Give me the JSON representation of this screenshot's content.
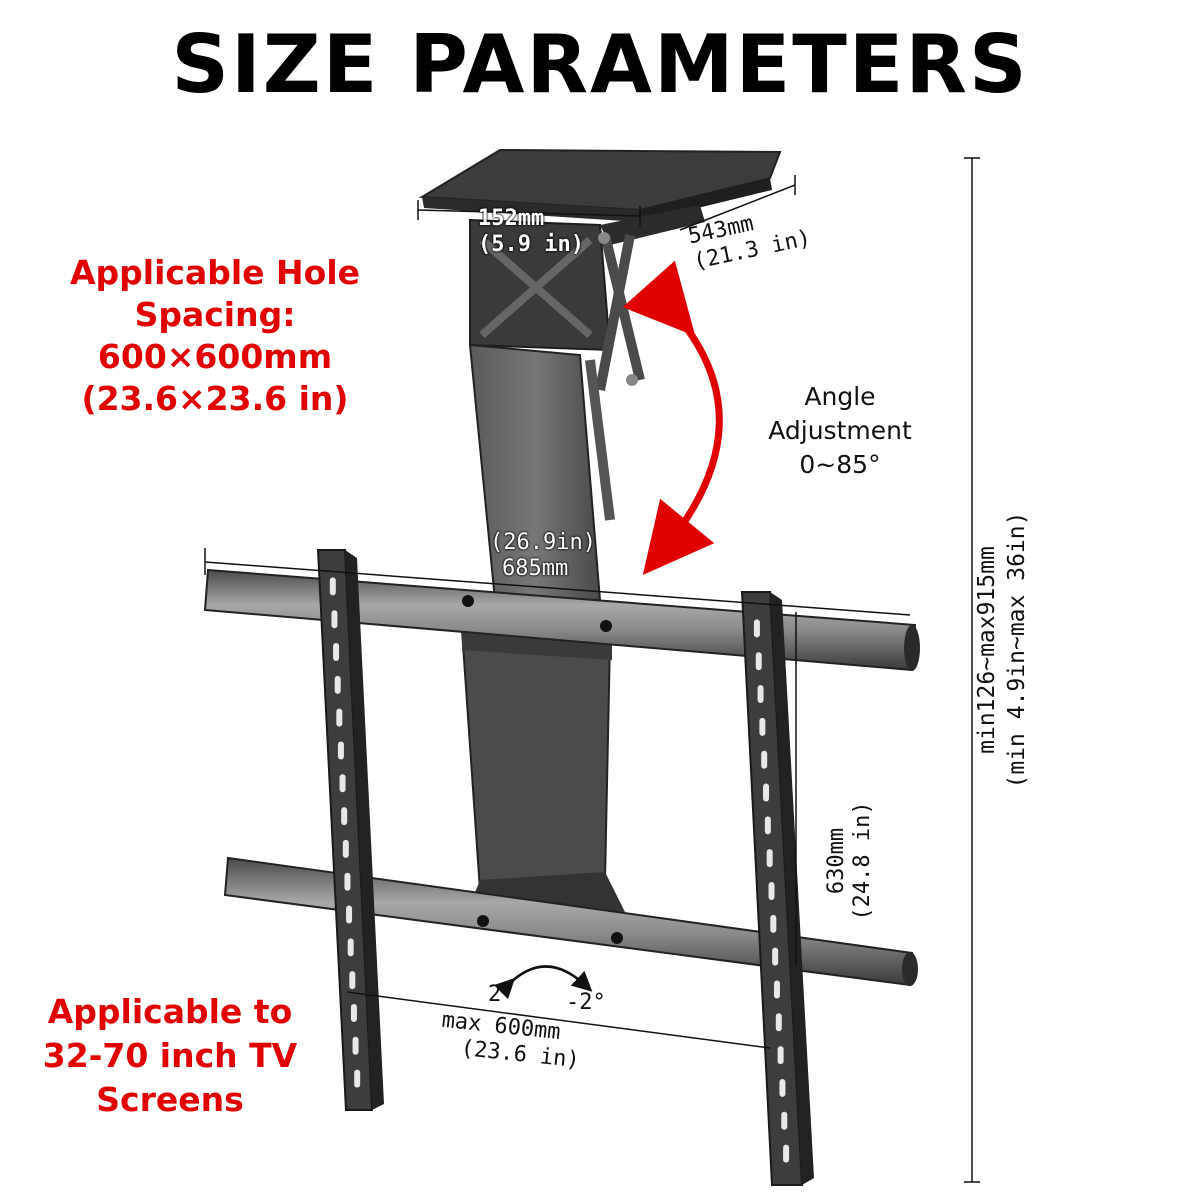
{
  "title": "SIZE PARAMETERS",
  "hole_spacing": {
    "line1": "Applicable Hole",
    "line2": "Spacing:",
    "line3": "600×600mm",
    "line4": "(23.6×23.6 in)"
  },
  "screen_size": {
    "line1": "Applicable to",
    "line2": "32-70 inch TV",
    "line3": "Screens"
  },
  "angle": {
    "line1": "Angle",
    "line2": "Adjustment",
    "line3": "0~85°"
  },
  "dims": {
    "top_plate_mm": "152mm",
    "top_plate_in": "(5.9 in)",
    "depth_mm": "543mm",
    "depth_in": "(21.3 in)",
    "arm_in": "(26.9in)",
    "arm_mm": "685mm",
    "vesa_height_mm": "630mm",
    "vesa_height_in": "(24.8 in)",
    "vesa_width_mm": "max 600mm",
    "vesa_width_in": "(23.6 in)",
    "tilt_left": "2°",
    "tilt_right": "-2°",
    "total_mm": "min126~max915mm",
    "total_in": "(min 4.9in~max 36in)"
  },
  "colors": {
    "accent_red": "#e00000",
    "metal_dark": "#3a3a3a",
    "metal_mid": "#6b6b6b",
    "metal_light": "#9a9a9a"
  }
}
